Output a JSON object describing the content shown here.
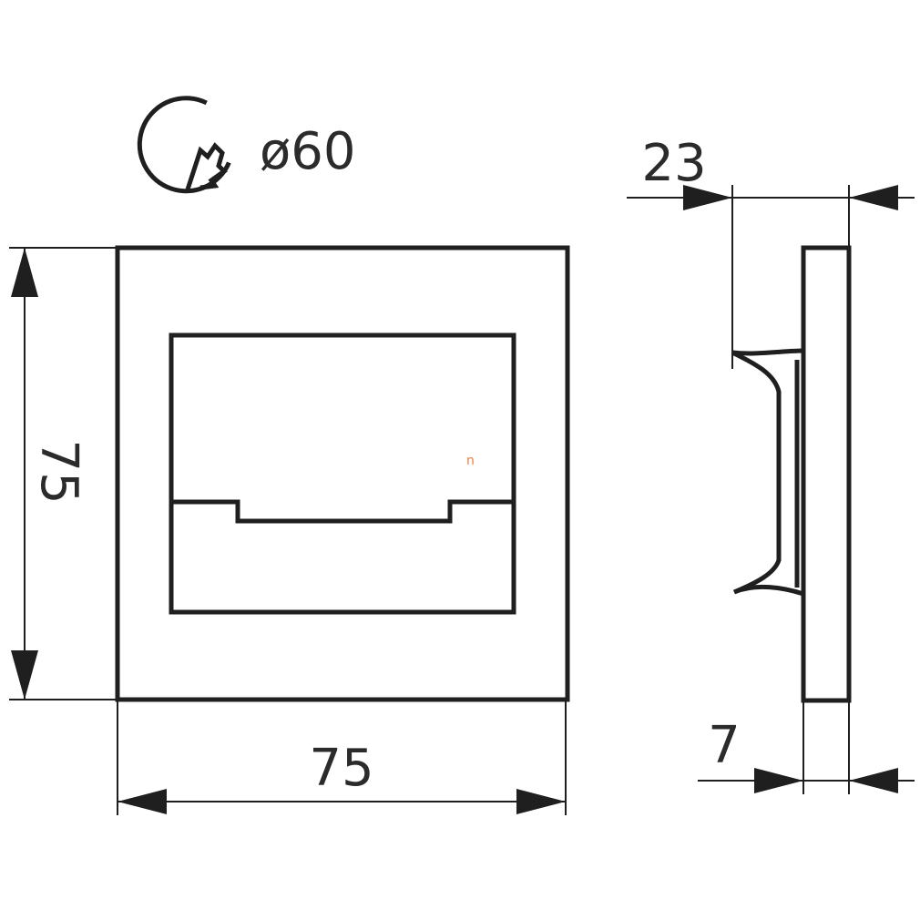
{
  "cutout": {
    "label": "ø60",
    "icon": "hole-saw-icon"
  },
  "dimensions": {
    "height": "75",
    "width": "75",
    "depth_total": "23",
    "depth_front": "7"
  },
  "marks": {
    "small_mark": "n"
  },
  "colors": {
    "line": "#1f1f1f",
    "text": "#2b2b2b",
    "mark": "#f08040",
    "background": "#ffffff"
  }
}
